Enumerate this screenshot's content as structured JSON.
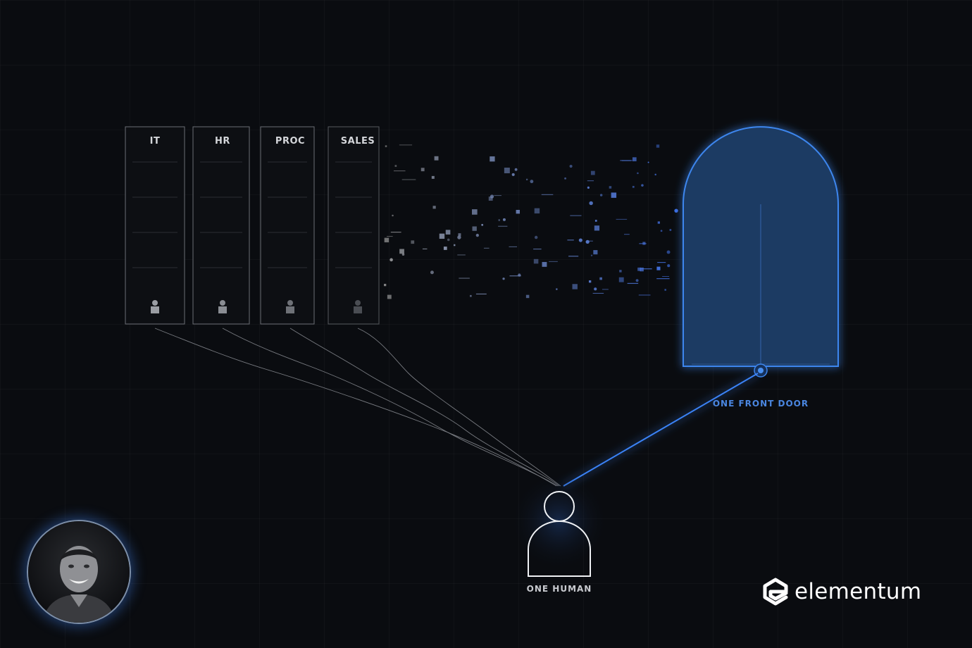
{
  "departments": [
    {
      "label": "IT"
    },
    {
      "label": "HR"
    },
    {
      "label": "PROC"
    },
    {
      "label": "SALES"
    }
  ],
  "human": {
    "label": "ONE HUMAN"
  },
  "front_door": {
    "label": "ONE FRONT DOOR"
  },
  "brand": {
    "name": "elementum"
  },
  "icons": {
    "department_person": "person-icon",
    "human": "person-outline-icon",
    "brand": "elementum-logo-icon",
    "avatar": "presenter-avatar"
  },
  "colors": {
    "background": "#0a0c10",
    "accent": "#3b82f6",
    "door_fill": "#1c3a63",
    "door_glow": "#2f6fd6",
    "text_light": "#d4d6da",
    "front_door_label": "#4a86e0"
  }
}
